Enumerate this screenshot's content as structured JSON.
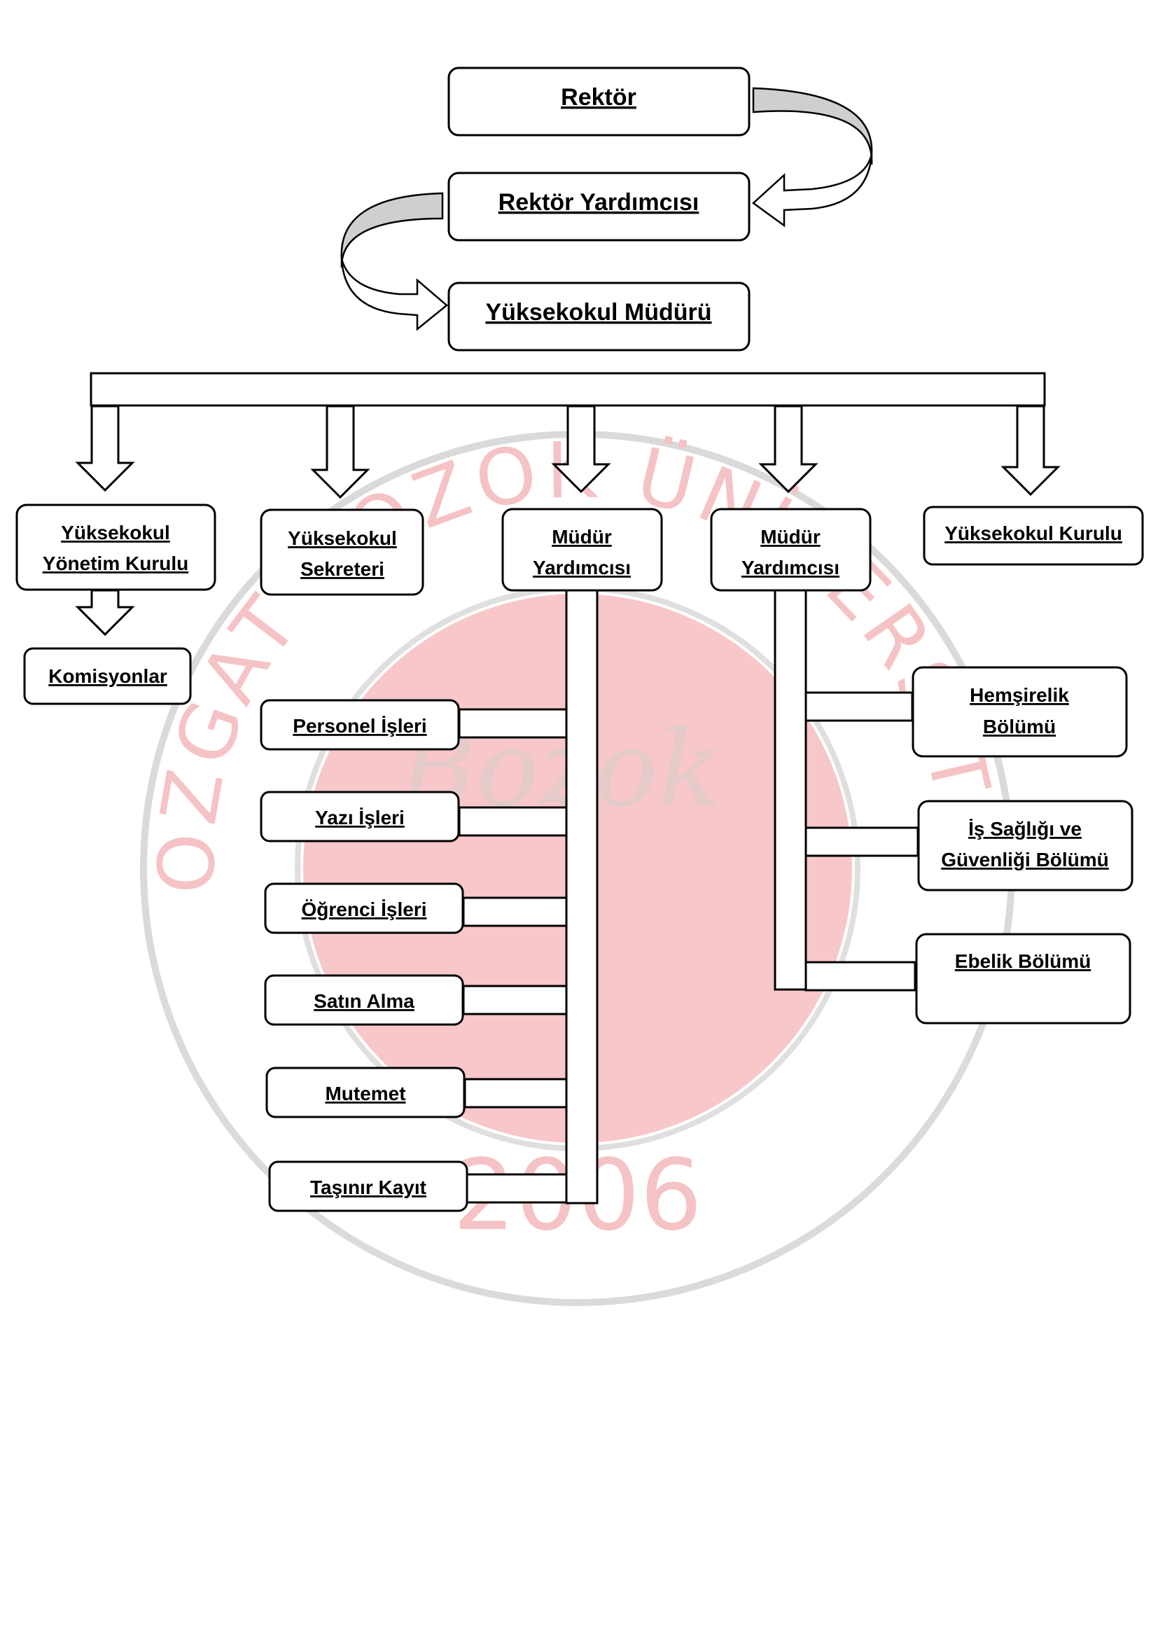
{
  "watermark": {
    "top_text": "YOZGAT BOZOK ÜNİVERSİTESİ",
    "year": "2006",
    "signature": "Bozok",
    "color": "#f7c5c7"
  },
  "nodes": {
    "rektor": "Rektör",
    "rektor_yardimcisi": "Rektör Yardımcısı",
    "yuksekokul_muduru": "Yüksekokul Müdürü",
    "yonetim_kurulu": [
      "Yüksekokul",
      "Yönetim Kurulu"
    ],
    "komisyonlar": "Komisyonlar",
    "sekreter": [
      "Yüksekokul",
      "Sekreteri"
    ],
    "mudur_yardimcisi_1": [
      "Müdür",
      "Yardımcısı"
    ],
    "mudur_yardimcisi_2": [
      "Müdür",
      "Yardımcısı"
    ],
    "yuksekokul_kurulu": "Yüksekokul Kurulu",
    "units": [
      "Personel İşleri",
      "Yazı İşleri",
      "Öğrenci İşleri",
      "Satın Alma",
      "Mutemet",
      "Taşınır Kayıt"
    ],
    "hemsirelik": [
      "Hemşirelik",
      "Bölümü"
    ],
    "is_sagligi": [
      "İş Sağlığı ve",
      "Güvenliği Bölümü"
    ],
    "ebelik": "Ebelik Bölümü"
  }
}
